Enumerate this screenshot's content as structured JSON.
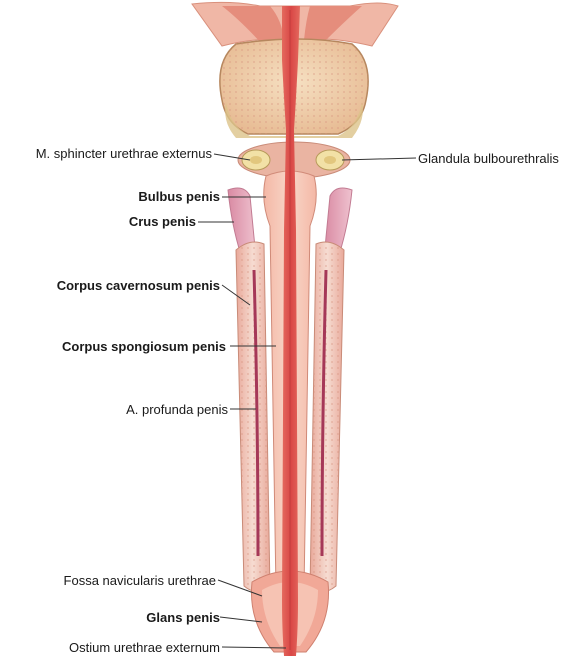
{
  "labels": {
    "sphincter": "M. sphincter urethrae externus",
    "glandula": "Glandula bulbourethralis",
    "bulbus": "Bulbus penis",
    "crus": "Crus penis",
    "cavernosum": "Corpus cavernosum penis",
    "spongiosum": "Corpus spongiosum penis",
    "profunda": "A. profunda penis",
    "fossa": "Fossa navicularis urethrae",
    "glans": "Glans penis",
    "ostium": "Ostium urethrae externum"
  },
  "colors": {
    "tissue_light": "#f3c7b3",
    "tissue_mid": "#e7a28c",
    "tissue_dark": "#d97a68",
    "urethra": "#e0524f",
    "prostate": "#f1d2a6",
    "gland": "#f0e2a8",
    "crus": "#e4a3b8",
    "artery": "#a53858",
    "leader_line": "#333333"
  }
}
